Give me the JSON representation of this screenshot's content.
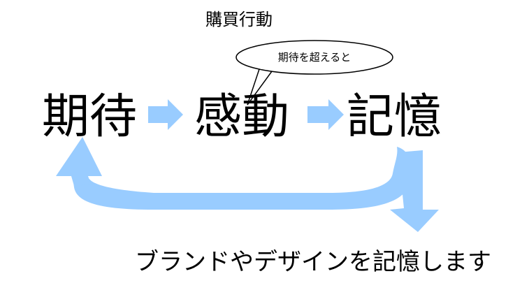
{
  "title": "購買行動",
  "stages": [
    {
      "label": "期待"
    },
    {
      "label": "感動"
    },
    {
      "label": "記憶"
    }
  ],
  "speech_bubble": "期待を超えると",
  "bottom_caption": "ブランドやデザインを記憶します",
  "colors": {
    "arrow_fill": "#99ccff",
    "text": "#000000",
    "bubble_fill": "#ffffff",
    "bubble_stroke": "#000000"
  }
}
